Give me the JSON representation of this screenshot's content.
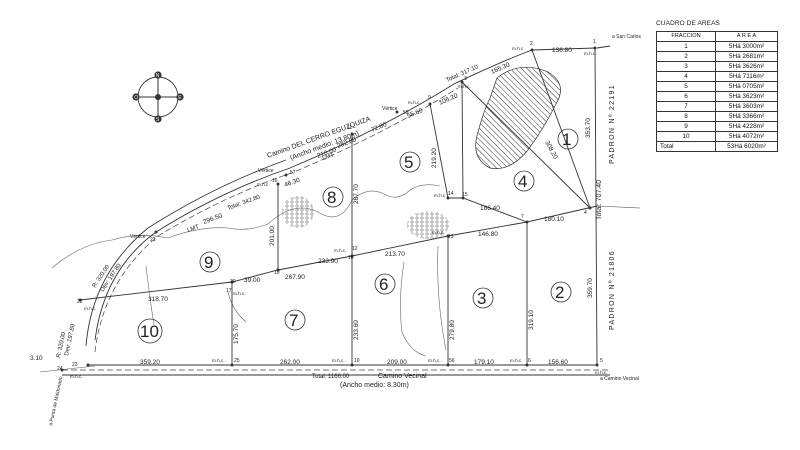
{
  "lots": [
    {
      "id": "1",
      "label": "1"
    },
    {
      "id": "2",
      "label": "2"
    },
    {
      "id": "3",
      "label": "3"
    },
    {
      "id": "4",
      "label": "4"
    },
    {
      "id": "5",
      "label": "5"
    },
    {
      "id": "6",
      "label": "6"
    },
    {
      "id": "7",
      "label": "7"
    },
    {
      "id": "8",
      "label": "8"
    },
    {
      "id": "9",
      "label": "9"
    },
    {
      "id": "10",
      "label": "10"
    }
  ],
  "road_top": {
    "name": "Camino DEL CERRO EGUZQUIZA",
    "width": "(Ancho medio: 13.80m)",
    "total": "Total: 317.10",
    "total_left": "Total: 342.80"
  },
  "road_bottom": {
    "name": "Camino Vecinal",
    "width": "(Ancho medio: 8.30m)",
    "total": "Total: 1166.00"
  },
  "padron_top": "PADRON  Nº 22191",
  "padron_bottom": "PADRON  Nº 21806",
  "destinations": {
    "san_carlos": "a San Carlos",
    "camino_vecinal": "a Camino Vecinal",
    "punta": "a Punta de Maldonado"
  },
  "labels": {
    "mhc": "m.h.c.",
    "vertice": "Vértice",
    "lmt": "LMT",
    "radius_r": "R: 320.00",
    "radius_dev": "Dev: 197.80",
    "total_right": "Total: 707.40"
  },
  "points": [
    "1",
    "2",
    "3",
    "4",
    "5",
    "6",
    "7",
    "9",
    "10",
    "11",
    "12",
    "13",
    "14",
    "15",
    "16",
    "17",
    "18",
    "19",
    "20",
    "21",
    "22",
    "23",
    "24",
    "25",
    "56",
    "57",
    "59"
  ],
  "dims": {
    "d136_80": "136.80",
    "d165_30": "165.30",
    "d106_20": "106.20",
    "d55_60": "55.60",
    "d72_80": "72.80",
    "d210_00": "210.00",
    "d262_80": "282.80",
    "d46_30": "46.30",
    "d296_50": "296.50",
    "d219_20": "219.20",
    "d180_40": "186.40",
    "d180_10": "180.10",
    "d146_80": "146.80",
    "d213_70": "213.70",
    "d233_90": "233.90",
    "d267_90": "267.90",
    "d39_00": "39.00",
    "d318_70": "318.70",
    "d359_20": "359.20",
    "d262_00": "262.00",
    "d209_00": "209.00",
    "d179_10": "179.10",
    "d156_60": "156.60",
    "d353_70": "353.70",
    "d359_70": "359.70",
    "d287_70": "287.70",
    "d201_00": "201.00",
    "d175_70": "175.70",
    "d233_60": "233.60",
    "d279_80": "279.80",
    "d319_10": "319.10",
    "d308_20": "308.20",
    "d3_10": "3.10"
  },
  "areas_table": {
    "title": "CUADRO DE AREAS",
    "col_frac": "FRACCION",
    "col_area": "A R E A",
    "rows": [
      {
        "frac": "1",
        "area": "5Há 3000m²"
      },
      {
        "frac": "2",
        "area": "5Há 2681m²"
      },
      {
        "frac": "3",
        "area": "5Há 3626m²"
      },
      {
        "frac": "4",
        "area": "5Há 7116m²"
      },
      {
        "frac": "5",
        "area": "5Há 0705m²"
      },
      {
        "frac": "6",
        "area": "5Há 3623m²"
      },
      {
        "frac": "7",
        "area": "5Há 3603m²"
      },
      {
        "frac": "8",
        "area": "5Há 3366m²"
      },
      {
        "frac": "9",
        "area": "5Há 4228m²"
      },
      {
        "frac": "10",
        "area": "5Há 4072m²"
      }
    ],
    "total_label": "Total",
    "total_value": "53Há 6020m²"
  },
  "compass": {
    "n": "N",
    "s": "S",
    "e": "E",
    "o": "O"
  }
}
